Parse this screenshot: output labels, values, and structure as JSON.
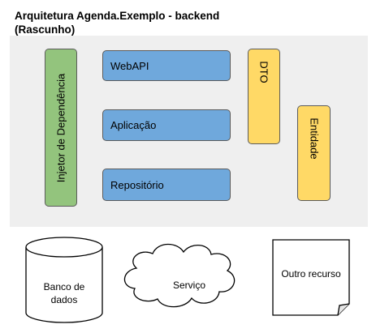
{
  "title": "Arquitetura Agenda.Exemplo - backend\n(Rascunho)",
  "layers": {
    "webapi": "WebAPI",
    "aplicacao": "Aplicação",
    "repositorio": "Repositório"
  },
  "side": {
    "injetor": "Injetor de Dependência",
    "dto": "DTO",
    "entidade": "Entidade"
  },
  "external": {
    "banco": "Banco de\ndados",
    "servico": "Serviço",
    "outro": "Outro recurso"
  },
  "colors": {
    "layer": "#6fa8dc",
    "injector": "#93c47d",
    "model": "#ffd966",
    "panel": "#efefef"
  }
}
